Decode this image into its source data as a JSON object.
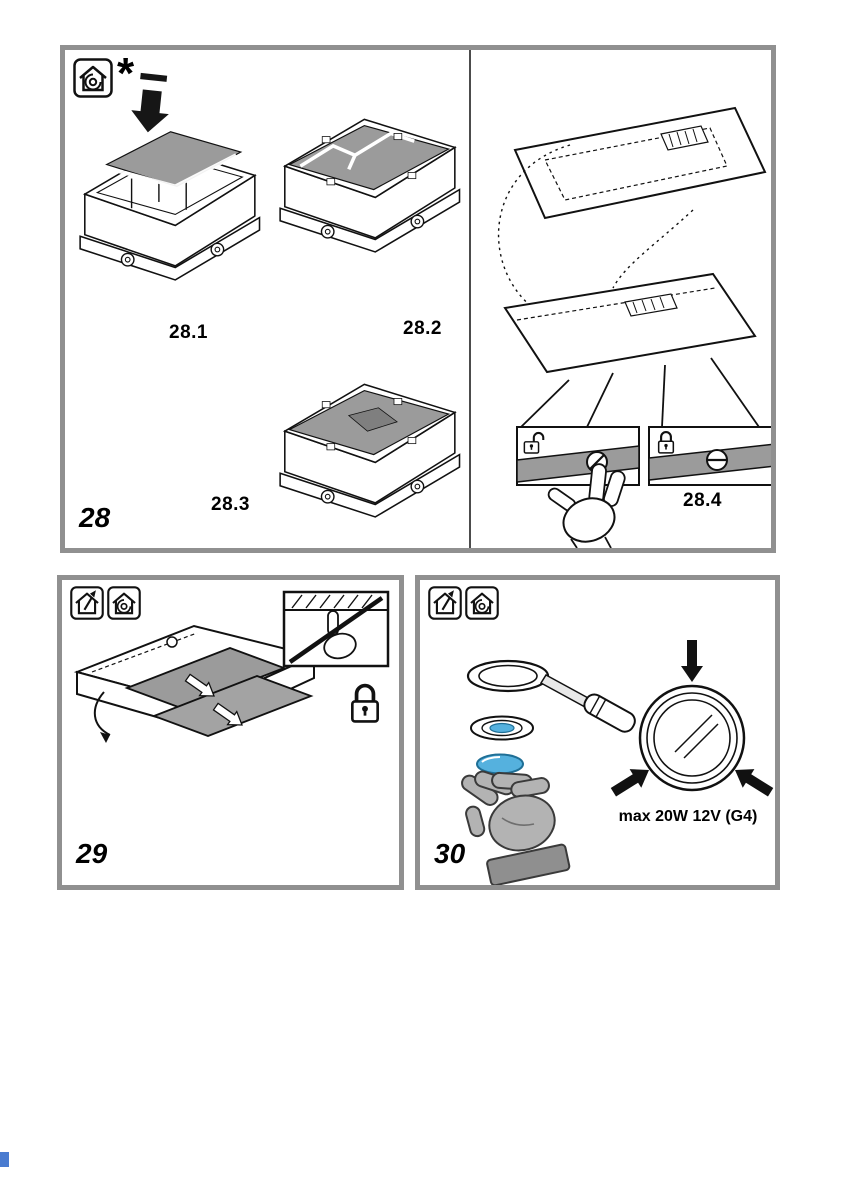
{
  "colors": {
    "panel_border": "#909090",
    "line_art": "#111111",
    "filter_gray": "#9b9b9b",
    "glove_gray": "#b3b3b3",
    "lamp_blue": "#55b1de",
    "background": "#ffffff"
  },
  "figure28": {
    "number": "28",
    "note_marker": "*",
    "mode_icons": [
      "recirculation-mode-icon"
    ],
    "step_labels": [
      "28.1",
      "28.2",
      "28.3",
      "28.4"
    ],
    "detail_icons": [
      "down-arrow-icon",
      "padlock-open-icon",
      "padlock-closed-icon",
      "hand-icon"
    ]
  },
  "figure29": {
    "number": "29",
    "mode_icons": [
      "ducted-mode-icon",
      "recirculation-mode-icon"
    ],
    "detail_icons": [
      "do-not-touch-hand-icon",
      "padlock-closed-icon"
    ]
  },
  "figure30": {
    "number": "30",
    "mode_icons": [
      "ducted-mode-icon",
      "recirculation-mode-icon"
    ],
    "detail_icons": [
      "screwdriver-icon",
      "glove-icon",
      "lamp-icon"
    ],
    "lamp_spec": "max 20W 12V (G4)"
  }
}
